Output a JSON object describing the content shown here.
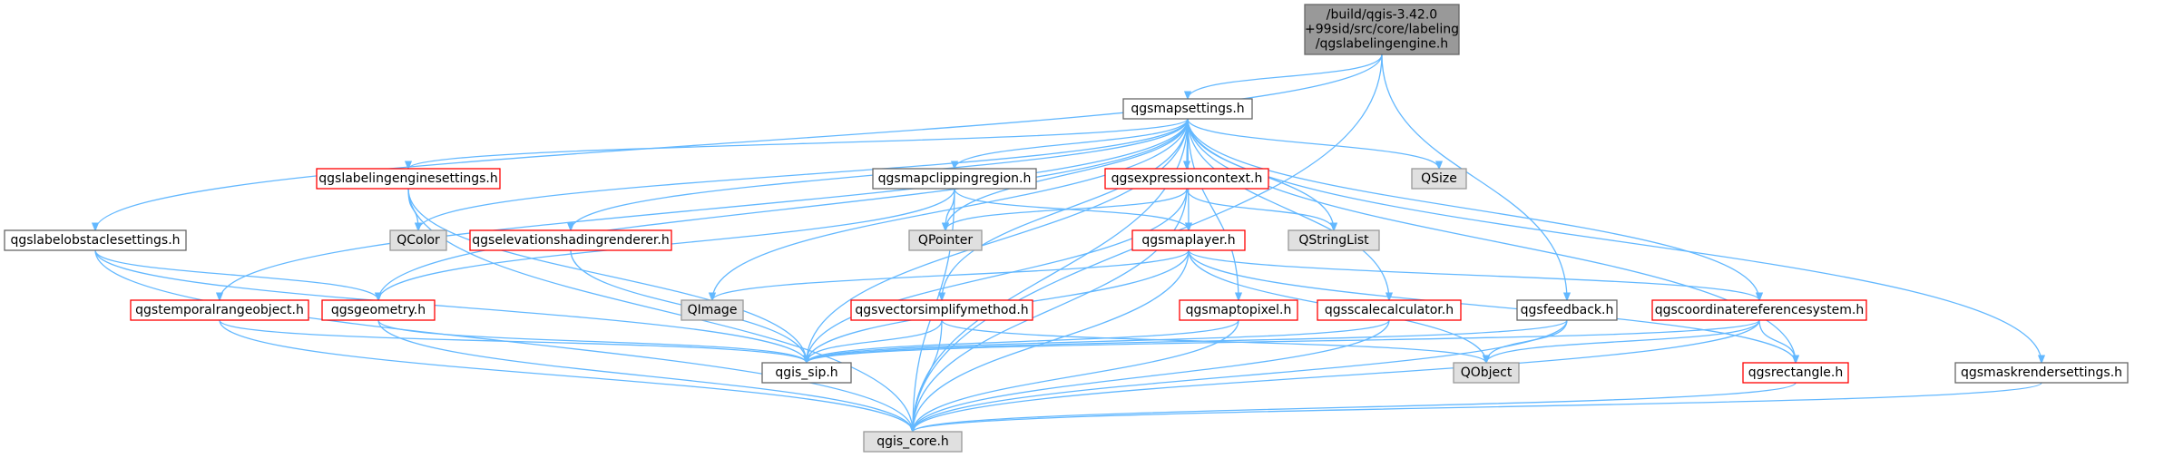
{
  "colors": {
    "edge": "#63b8ff",
    "root_fill": "#999999",
    "root_border": "#666666",
    "plain_fill": "#ffffff",
    "plain_border": "#666666",
    "red_border": "#ff0000",
    "external_fill": "#e0e0e0",
    "external_border": "#999999"
  },
  "nodes": [
    {
      "id": "root",
      "lines": [
        "/build/qgis-3.42.0",
        "+99sid/src/core/labeling",
        "/qgslabelingengine.h"
      ],
      "style": "root"
    },
    {
      "id": "qgsmapsettings",
      "lines": [
        "qgsmapsettings.h"
      ],
      "style": "plain"
    },
    {
      "id": "qgslabelobstaclesettings",
      "lines": [
        "qgslabelobstaclesettings.h"
      ],
      "style": "plain"
    },
    {
      "id": "qgslabelingenginesettings",
      "lines": [
        "qgslabelingenginesettings.h"
      ],
      "style": "red"
    },
    {
      "id": "qgsmapclippingregion",
      "lines": [
        "qgsmapclippingregion.h"
      ],
      "style": "plain"
    },
    {
      "id": "qgsexpressioncontext",
      "lines": [
        "qgsexpressioncontext.h"
      ],
      "style": "red"
    },
    {
      "id": "qsize",
      "lines": [
        "QSize"
      ],
      "style": "external"
    },
    {
      "id": "qcolor",
      "lines": [
        "QColor"
      ],
      "style": "external"
    },
    {
      "id": "qgselevationshadingrenderer",
      "lines": [
        "qgselevationshadingrenderer.h"
      ],
      "style": "red"
    },
    {
      "id": "qpointer",
      "lines": [
        "QPointer"
      ],
      "style": "external"
    },
    {
      "id": "qgsmaplayer",
      "lines": [
        "qgsmaplayer.h"
      ],
      "style": "red"
    },
    {
      "id": "qstringlist",
      "lines": [
        "QStringList"
      ],
      "style": "external"
    },
    {
      "id": "qgstemporalrangeobject",
      "lines": [
        "qgstemporalrangeobject.h"
      ],
      "style": "red"
    },
    {
      "id": "qgsgeometry",
      "lines": [
        "qgsgeometry.h"
      ],
      "style": "red"
    },
    {
      "id": "qimage",
      "lines": [
        "QImage"
      ],
      "style": "external"
    },
    {
      "id": "qgsvectorsimplifymethod",
      "lines": [
        "qgsvectorsimplifymethod.h"
      ],
      "style": "red"
    },
    {
      "id": "qgsmaptopixel",
      "lines": [
        "qgsmaptopixel.h"
      ],
      "style": "red"
    },
    {
      "id": "qgsscalecalculator",
      "lines": [
        "qgsscalecalculator.h"
      ],
      "style": "red"
    },
    {
      "id": "qgsfeedback",
      "lines": [
        "qgsfeedback.h"
      ],
      "style": "plain"
    },
    {
      "id": "qgscoordinatereferencesystem",
      "lines": [
        "qgscoordinatereferencesystem.h"
      ],
      "style": "red"
    },
    {
      "id": "qgis_sip",
      "lines": [
        "qgis_sip.h"
      ],
      "style": "plain"
    },
    {
      "id": "qobject",
      "lines": [
        "QObject"
      ],
      "style": "external"
    },
    {
      "id": "qgsrectangle",
      "lines": [
        "qgsrectangle.h"
      ],
      "style": "red"
    },
    {
      "id": "qgsmaskrendersettings",
      "lines": [
        "qgsmaskrendersettings.h"
      ],
      "style": "plain"
    },
    {
      "id": "qgis_core",
      "lines": [
        "qgis_core.h"
      ],
      "style": "external"
    }
  ],
  "edges": [
    [
      "root",
      "qgsmapsettings"
    ],
    [
      "root",
      "qgslabelobstaclesettings"
    ],
    [
      "root",
      "qgsfeedback"
    ],
    [
      "root",
      "qgis_core"
    ],
    [
      "qgsmapsettings",
      "qgslabelingenginesettings"
    ],
    [
      "qgsmapsettings",
      "qgsmapclippingregion"
    ],
    [
      "qgsmapsettings",
      "qgsexpressioncontext"
    ],
    [
      "qgsmapsettings",
      "qsize"
    ],
    [
      "qgsmapsettings",
      "qcolor"
    ],
    [
      "qgsmapsettings",
      "qgselevationshadingrenderer"
    ],
    [
      "qgsmapsettings",
      "qpointer"
    ],
    [
      "qgsmapsettings",
      "qgsmaplayer"
    ],
    [
      "qgsmapsettings",
      "qstringlist"
    ],
    [
      "qgsmapsettings",
      "qgstemporalrangeobject"
    ],
    [
      "qgsmapsettings",
      "qgsgeometry"
    ],
    [
      "qgsmapsettings",
      "qimage"
    ],
    [
      "qgsmapsettings",
      "qgsvectorsimplifymethod"
    ],
    [
      "qgsmapsettings",
      "qgsmaptopixel"
    ],
    [
      "qgsmapsettings",
      "qgsscalecalculator"
    ],
    [
      "qgsmapsettings",
      "qgscoordinatereferencesystem"
    ],
    [
      "qgsmapsettings",
      "qgis_sip"
    ],
    [
      "qgsmapsettings",
      "qgsrectangle"
    ],
    [
      "qgsmapsettings",
      "qgsmaskrendersettings"
    ],
    [
      "qgsmapsettings",
      "qgis_core"
    ],
    [
      "qgslabelobstaclesettings",
      "qgsgeometry"
    ],
    [
      "qgslabelobstaclesettings",
      "qgis_sip"
    ],
    [
      "qgslabelobstaclesettings",
      "qgis_core"
    ],
    [
      "qgslabelingenginesettings",
      "qcolor"
    ],
    [
      "qgslabelingenginesettings",
      "qgis_sip"
    ],
    [
      "qgslabelingenginesettings",
      "qgis_core"
    ],
    [
      "qgsmapclippingregion",
      "qpointer"
    ],
    [
      "qgsmapclippingregion",
      "qgsmaplayer"
    ],
    [
      "qgsmapclippingregion",
      "qgsgeometry"
    ],
    [
      "qgsmapclippingregion",
      "qgis_core"
    ],
    [
      "qgsexpressioncontext",
      "qpointer"
    ],
    [
      "qgsexpressioncontext",
      "qstringlist"
    ],
    [
      "qgsexpressioncontext",
      "qgis_sip"
    ],
    [
      "qgsexpressioncontext",
      "qgis_core"
    ],
    [
      "qgselevationshadingrenderer",
      "qgis_sip"
    ],
    [
      "qgsmaplayer",
      "qimage"
    ],
    [
      "qgsmaplayer",
      "qgis_sip"
    ],
    [
      "qgsmaplayer",
      "qgis_core"
    ],
    [
      "qgsmaplayer",
      "qobject"
    ],
    [
      "qgsmaplayer",
      "qgscoordinatereferencesystem"
    ],
    [
      "qgsmaplayer",
      "qgsrectangle"
    ],
    [
      "qgstemporalrangeobject",
      "qgis_sip"
    ],
    [
      "qgstemporalrangeobject",
      "qgis_core"
    ],
    [
      "qgsgeometry",
      "qgis_sip"
    ],
    [
      "qgsgeometry",
      "qgis_core"
    ],
    [
      "qgsvectorsimplifymethod",
      "qgis_sip"
    ],
    [
      "qgsvectorsimplifymethod",
      "qgis_core"
    ],
    [
      "qgsvectorsimplifymethod",
      "qobject"
    ],
    [
      "qgsmaptopixel",
      "qgis_sip"
    ],
    [
      "qgsmaptopixel",
      "qgis_core"
    ],
    [
      "qgsscalecalculator",
      "qgis_sip"
    ],
    [
      "qgsscalecalculator",
      "qgis_core"
    ],
    [
      "qgsfeedback",
      "qgis_sip"
    ],
    [
      "qgsfeedback",
      "qobject"
    ],
    [
      "qgsfeedback",
      "qgis_core"
    ],
    [
      "qgscoordinatereferencesystem",
      "qgis_sip"
    ],
    [
      "qgscoordinatereferencesystem",
      "qobject"
    ],
    [
      "qgscoordinatereferencesystem",
      "qgsrectangle"
    ],
    [
      "qgscoordinatereferencesystem",
      "qgis_core"
    ],
    [
      "qgsrectangle",
      "qgis_core"
    ],
    [
      "qgsmaskrendersettings",
      "qgis_core"
    ]
  ]
}
